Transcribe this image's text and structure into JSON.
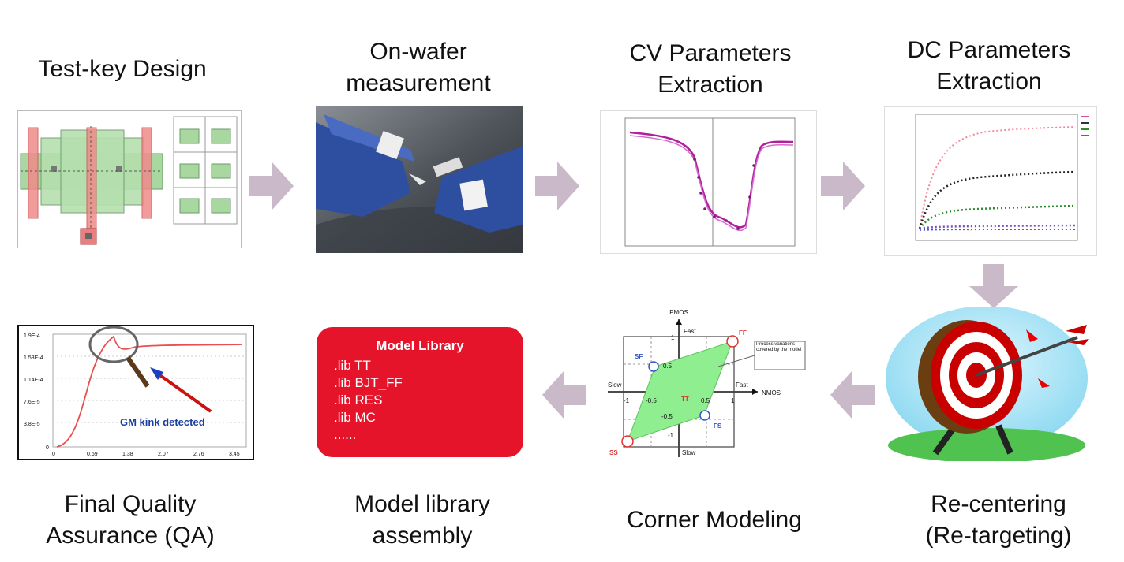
{
  "steps": {
    "testkey": {
      "label1": "Test-key Design",
      "label2": ""
    },
    "onwafer": {
      "label1": "On-wafer",
      "label2": "measurement"
    },
    "cv": {
      "label1": "CV Parameters",
      "label2": "Extraction"
    },
    "dc": {
      "label1": "DC Parameters",
      "label2": "Extraction"
    },
    "recenter": {
      "label1": "Re-centering",
      "label2": "(Re-targeting)"
    },
    "corner": {
      "label1": "Corner Modeling",
      "label2": ""
    },
    "library": {
      "label1": "Model library",
      "label2": "assembly"
    },
    "qa": {
      "label1": "Final Quality",
      "label2": "Assurance (QA)"
    }
  },
  "model_library": {
    "title": "Model Library",
    "items": [
      ".lib TT",
      ".lib BJT_FF",
      ".lib RES",
      ".lib MC",
      "......"
    ]
  },
  "corner_plot": {
    "pmos": "PMOS",
    "nmos": "NMOS",
    "fast_top": "Fast",
    "fast_right": "Fast",
    "slow_left": "Slow",
    "slow_bottom": "Slow",
    "ff": "FF",
    "ss": "SS",
    "sf": "SF",
    "fs": "FS",
    "tt": "TT",
    "note": "Process variations covered by the model",
    "t_p1": "1",
    "t_p05": "0.5",
    "t_m05": "-0.5",
    "t_m1": "-1",
    "t_x1": "1",
    "t_x05": "0.5",
    "t_xm05": "-0.5",
    "t_xm1": "-1"
  },
  "qa_plot": {
    "annotation": "GM kink detected",
    "yticks": [
      "1.9E-4",
      "1.53E-4",
      "1.14E-4",
      "7.6E-5",
      "3.8E-5",
      "0"
    ],
    "xticks": [
      "0",
      "0.69",
      "1.38",
      "2.07",
      "2.76",
      "3.45"
    ]
  },
  "colors": {
    "arrow": "#c9b9c9",
    "library_bg": "#e6142a",
    "green": "#a8e08a",
    "cv_curve": "#b0209b"
  }
}
